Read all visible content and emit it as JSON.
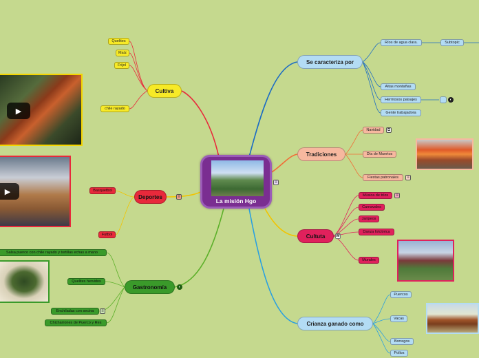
{
  "center": {
    "title": "La misión Hgo"
  },
  "branches": {
    "cultiva": {
      "label": "Cultiva",
      "items": [
        "Quelites",
        "Maíz",
        "Frijol",
        "chile rayado"
      ]
    },
    "deportes": {
      "label": "Deportes",
      "items": [
        "Basquetbol",
        "Futbol"
      ]
    },
    "gastronomia": {
      "label": "Gastronomía",
      "items": [
        "Salsa  puerco con chile rayado y tortillas echas a mano",
        "Quelites hervidos",
        "Enchiladas con secina",
        "Chicharrones de Puerco y Res"
      ]
    },
    "caracteriza": {
      "label": "Se caracteriza por",
      "items": [
        "Ríos de agua clara.",
        "Altas montañas",
        "Hermosos paisajes",
        "Gente trabajadora"
      ],
      "subtopic": "Subtopic"
    },
    "tradiciones": {
      "label": "Tradiciones",
      "items": [
        "Navidad",
        "Día de Muertos",
        "Fiestas patronales"
      ]
    },
    "cultura": {
      "label": "Cultuta",
      "items": [
        "Música de tríos",
        "Carnavales",
        "Jaripeos",
        "Danza folclórica",
        "Murales"
      ]
    },
    "crianza": {
      "label": "Crianza  ganado como",
      "items": [
        "Puercos",
        "Vacas",
        "Borregos",
        "Pollos"
      ]
    }
  },
  "icons": {
    "note": "≡",
    "globe": "◐",
    "wiki": "W",
    "link": "⧉"
  }
}
